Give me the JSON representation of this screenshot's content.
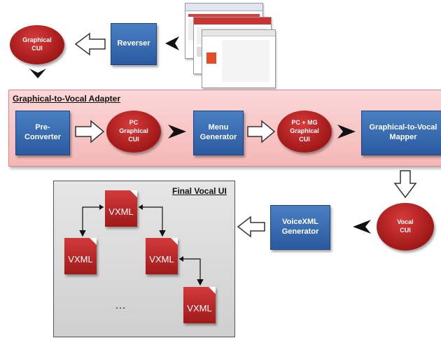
{
  "reverser": {
    "label": "Reverser"
  },
  "graphical_cui_top": {
    "label": "Graphical\nCUI"
  },
  "adapter": {
    "title": "Graphical-to-Vocal Adapter",
    "pre_converter": "Pre-\nConverter",
    "pc_graphical_cui": "PC\nGraphical\nCUI",
    "menu_generator": "Menu\nGenerator",
    "pc_mg_graphical_cui": "PC + MG\nGraphical\nCUI",
    "mapper": "Graphical-to-Vocal\nMapper"
  },
  "vocal_cui": {
    "label": "Vocal\nCUI"
  },
  "voicexml_generator": {
    "label": "VoiceXML\nGenerator"
  },
  "final_panel": {
    "title": "Final Vocal UI",
    "docs": [
      "VXML",
      "VXML",
      "VXML",
      "VXML"
    ],
    "ellipsis": "…"
  },
  "colors": {
    "blue": "#2a5aa0",
    "red": "#a01818",
    "adapter_bg": "#f7c9c9",
    "panel_bg": "#d9d9d9"
  }
}
